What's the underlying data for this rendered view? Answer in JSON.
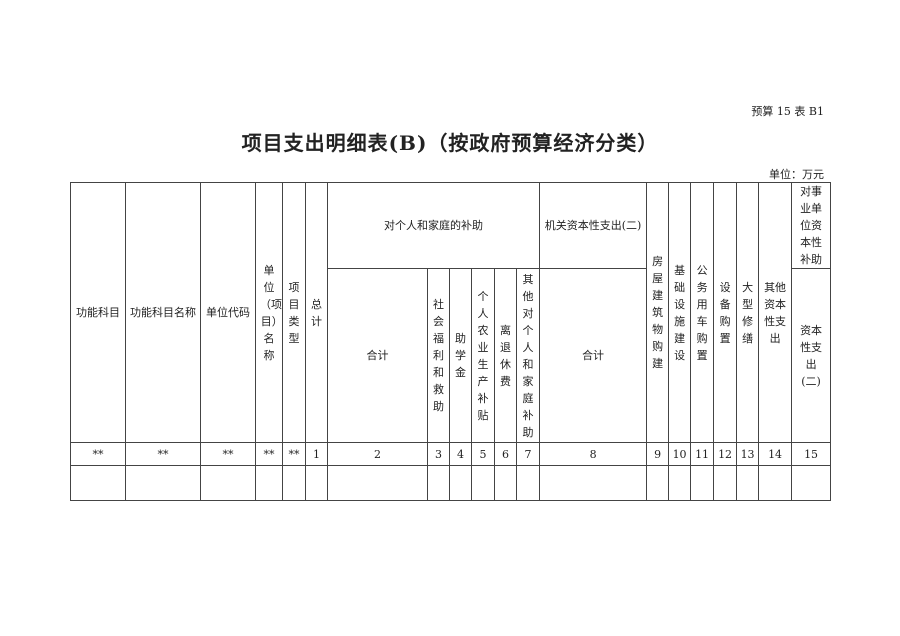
{
  "doc_code": "预算 15 表 B1",
  "title": "项目支出明细表(B)（按政府预算经济分类）",
  "unit": "单位：万元",
  "headers": {
    "func_subject": "功能科目",
    "func_subject_name": "功能科目名称",
    "unit_code": "单位代码",
    "unit_project_name": "单位（项目）名称",
    "project_type": "项目类型",
    "total": "总计",
    "group_personal": "对个人和家庭的补助",
    "group_capital": "机关资本性支出(二)",
    "group_enterprise": "对事业单位资本性补助",
    "personal_cols": [
      "合计",
      "社会福利和救助",
      "助学金",
      "个人农业生产补贴",
      "离退休费",
      "其他对个人和家庭补助"
    ],
    "capital_cols": [
      "合计",
      "房屋建筑物购建",
      "基础设施建设",
      "公务用车购置",
      "设备购置",
      "大型修缮",
      "其他资本性支出"
    ],
    "enterprise_cols": [
      "资本性支出(二)"
    ]
  },
  "index_row": [
    "**",
    "**",
    "**",
    "**",
    "**",
    "1",
    "2",
    "3",
    "4",
    "5",
    "6",
    "7",
    "8",
    "9",
    "10",
    "11",
    "12",
    "13",
    "14",
    "15"
  ]
}
